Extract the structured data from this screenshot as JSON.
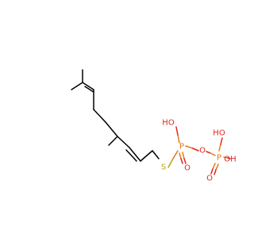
{
  "colors": {
    "background": "#ffffff",
    "carbon_bond": "#000000",
    "sulfur": "#b8a21e",
    "phosphorus": "#e07a1a",
    "oxygen": "#e0261e"
  },
  "atoms": {
    "s": "S",
    "p1": "P",
    "p2": "P",
    "o_bridge": "O",
    "oh_p1": "HO",
    "o_p1_double": "O",
    "oh_p2_top": "HO",
    "oh_p2_right": "OH",
    "o_p2_double": "O"
  }
}
